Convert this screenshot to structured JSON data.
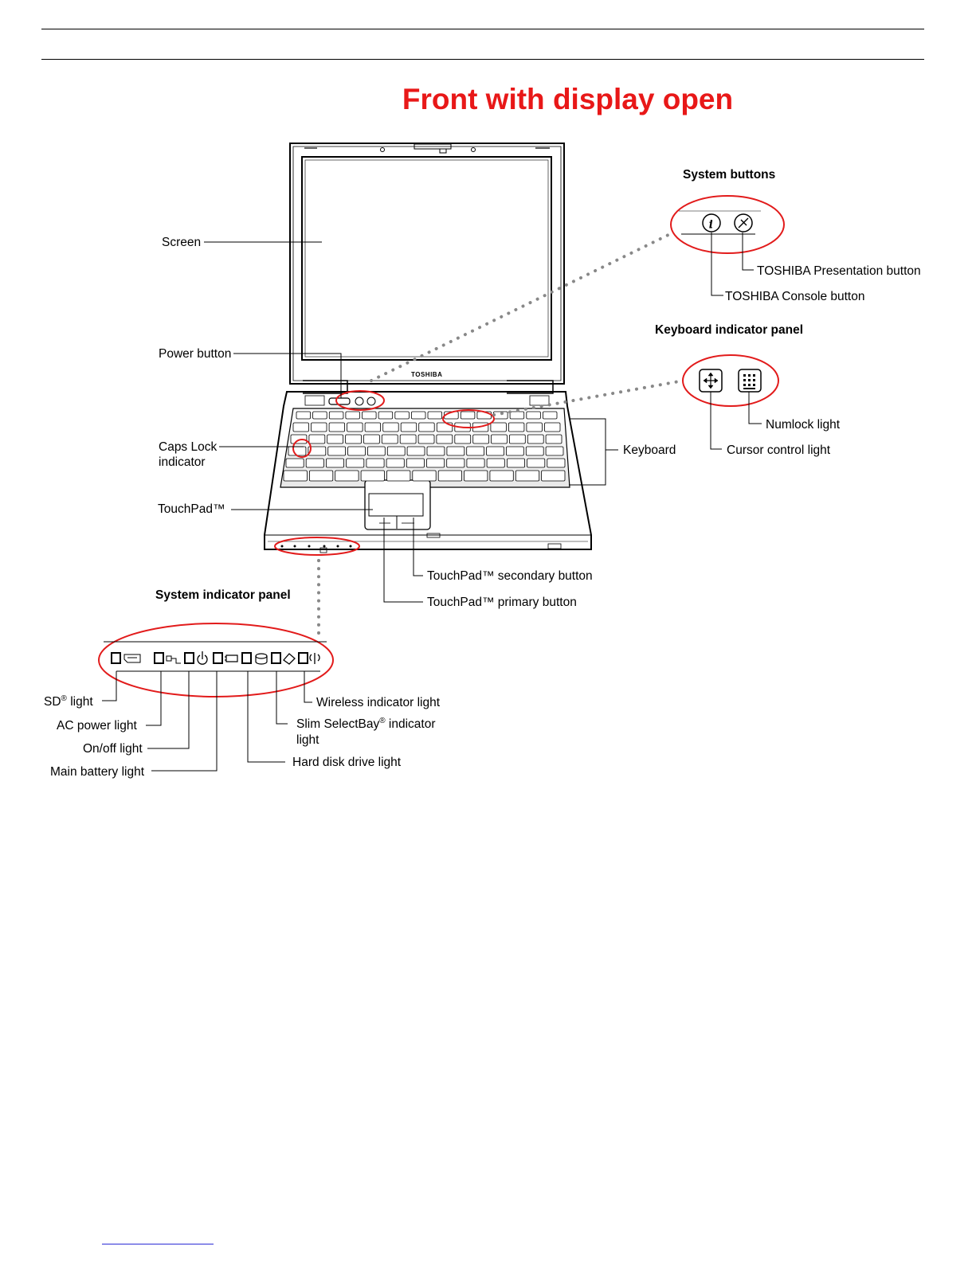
{
  "page": {
    "title": "Front with display open",
    "title_color": "#e81818",
    "highlight_color": "#e21b1b",
    "link_color": "#2b2bd6"
  },
  "logo": {
    "text": "TOSHIBA"
  },
  "sections": {
    "system_buttons": "System buttons",
    "keyboard_indicator_panel": "Keyboard indicator panel",
    "system_indicator_panel": "System indicator panel"
  },
  "labels": {
    "screen": "Screen",
    "power_button": "Power button",
    "caps_lock_1": "Caps Lock",
    "caps_lock_2": "indicator",
    "touchpad": "TouchPad™",
    "keyboard": "Keyboard",
    "touchpad_secondary": "TouchPad™ secondary button",
    "touchpad_primary": "TouchPad™ primary button",
    "presentation_button": "TOSHIBA Presentation button",
    "console_button": "TOSHIBA Console button",
    "numlock_light": "Numlock light",
    "cursor_control_light": "Cursor control light",
    "sd_light_1": "SD",
    "sd_light_sup": "®",
    "sd_light_2": " light",
    "ac_power_light": "AC power light",
    "on_off_light": "On/off light",
    "main_battery_light": "Main battery light",
    "hard_disk_light": "Hard disk drive light",
    "slim_selectbay_1": "Slim SelectBay",
    "slim_selectbay_sup": "®",
    "slim_selectbay_2": " indicator",
    "slim_selectbay_3": "light",
    "wireless_light": "Wireless indicator light"
  },
  "icons": {
    "sd": "sd-card-icon",
    "ac": "ac-power-icon",
    "power": "power-icon",
    "battery": "battery-icon",
    "disk": "hard-disk-icon",
    "bay": "selectbay-icon",
    "wireless": "wireless-icon",
    "console": "console-i-icon",
    "presentation": "presentation-icon",
    "cursor": "cursor-arrows-icon",
    "numlock": "numlock-grid-icon"
  }
}
